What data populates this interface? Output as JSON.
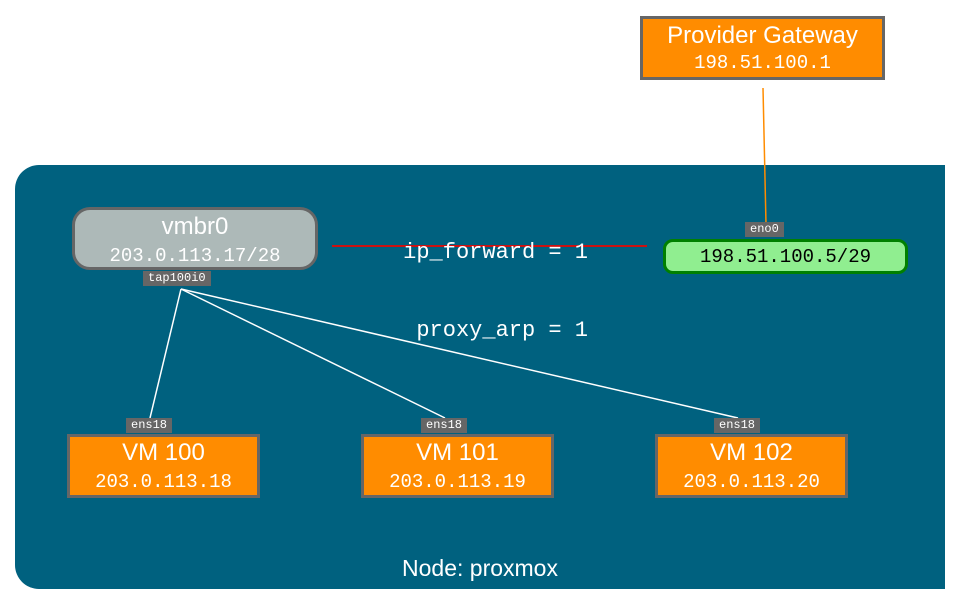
{
  "gateway": {
    "title": "Provider Gateway",
    "ip": "198.51.100.1"
  },
  "node": {
    "label": "Node: proxmox",
    "sysctl": {
      "line1": "ip_forward = 1",
      "line2": "proxy_arp = 1"
    }
  },
  "bridge": {
    "name": "vmbr0",
    "ip": "203.0.113.17/28",
    "port": "tap100i0"
  },
  "uplink": {
    "iface": "eno0",
    "ip": "198.51.100.5/29"
  },
  "vms": [
    {
      "name": "VM 100",
      "ip": "203.0.113.18",
      "iface": "ens18"
    },
    {
      "name": "VM 101",
      "ip": "203.0.113.19",
      "iface": "ens18"
    },
    {
      "name": "VM 102",
      "ip": "203.0.113.20",
      "iface": "ens18"
    }
  ],
  "colors": {
    "node_bg": "#00617f",
    "vm_fill": "#ff8c00",
    "bridge_fill": "#adb9b8",
    "uplink_fill": "#90ee90",
    "uplink_border": "#008000",
    "proxy_link": "#cc0000",
    "gateway_link": "#ff8c00"
  }
}
